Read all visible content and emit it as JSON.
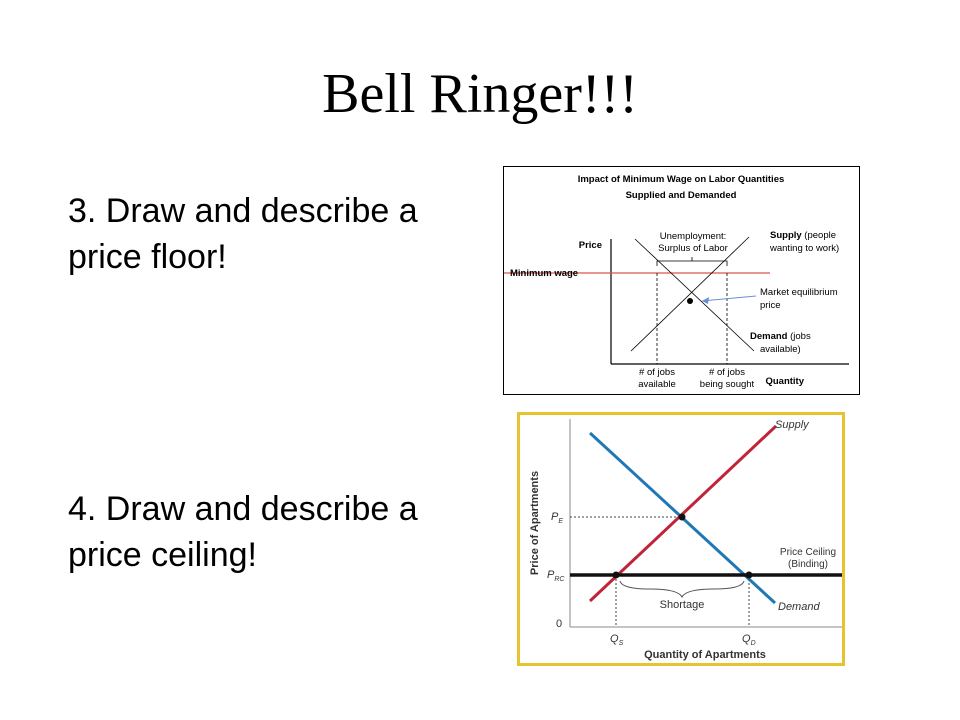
{
  "slide": {
    "title": "Bell Ringer!!!",
    "task3_line1": "3. Draw and describe a",
    "task3_line2": "price floor!",
    "task4_line1": "4. Draw and describe a",
    "task4_line2": "price ceiling!"
  },
  "figure1": {
    "title_line1": "Impact of Minimum Wage on Labor Quantities",
    "title_line2": "Supplied and Demanded",
    "price_axis": "Price",
    "minimum_wage": "Minimum  wage",
    "unemployment_line1": "Unemployment:",
    "unemployment_line2": "Surplus of Labor",
    "supply_bold": "Supply",
    "supply_rest": " (people",
    "supply_line2": "wanting to work)",
    "market_line1": "Market equilibrium",
    "market_line2": "price",
    "demand_bold": "Demand",
    "demand_rest": " (jobs",
    "demand_line2": "available)",
    "jobs_available_line1": "# of jobs",
    "jobs_available_line2": "available",
    "jobs_sought_line1": "# of jobs",
    "jobs_sought_line2": "being sought",
    "quantity_axis": "Quantity",
    "colors": {
      "minimum_wage_line": "#d9534f",
      "arrow": "#6a8fd6"
    }
  },
  "figure2": {
    "supply": "Supply",
    "demand": "Demand",
    "price_axis": "Price of Apartments",
    "quantity_axis": "Quantity of Apartments",
    "pe": "P",
    "pe_sub": "E",
    "prc": "P",
    "prc_sub": "RC",
    "zero": "0",
    "qs": "Q",
    "qs_sub": "S",
    "qd": "Q",
    "qd_sub": "D",
    "ceiling_line1": "Price Ceiling",
    "ceiling_line2": "(Binding)",
    "shortage": "Shortage",
    "colors": {
      "supply": "#c0243a",
      "demand": "#1f78b4",
      "border": "#e8c330"
    }
  }
}
